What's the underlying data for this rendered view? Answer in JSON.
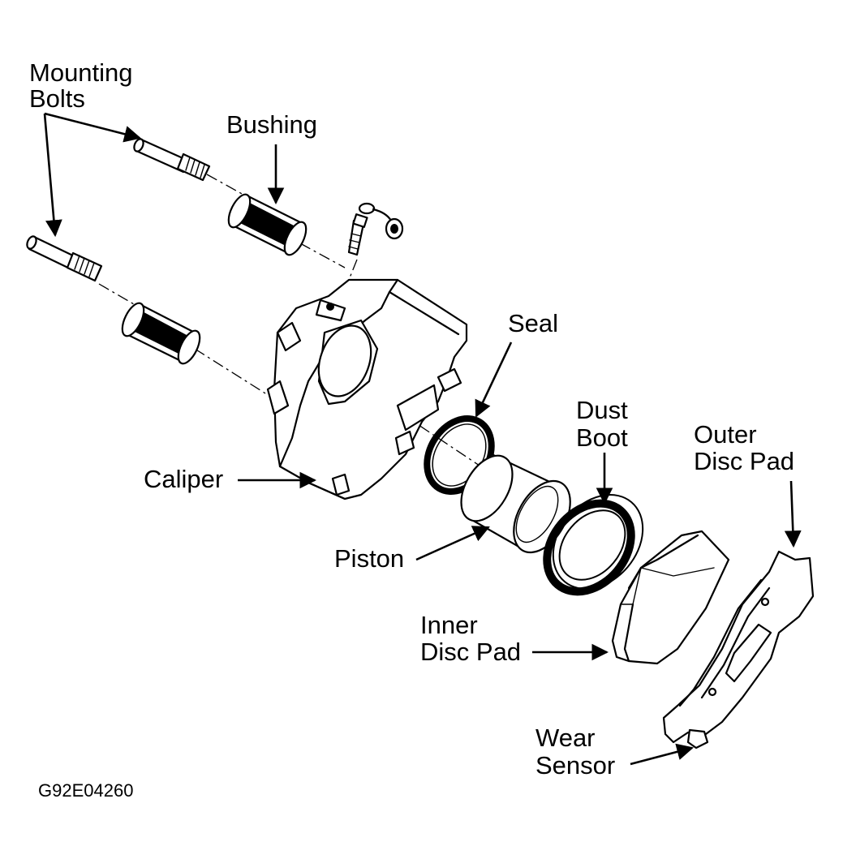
{
  "labels": {
    "mounting_bolts": [
      "Mounting",
      "Bolts"
    ],
    "bushing": "Bushing",
    "seal": "Seal",
    "dust_boot": [
      "Dust",
      "Boot"
    ],
    "outer_disc_pad": [
      "Outer",
      "Disc Pad"
    ],
    "caliper": "Caliper",
    "piston": "Piston",
    "inner_disc_pad": [
      "Inner",
      "Disc Pad"
    ],
    "wear_sensor": [
      "Wear",
      "Sensor"
    ]
  },
  "figure_code": "G92E04260"
}
